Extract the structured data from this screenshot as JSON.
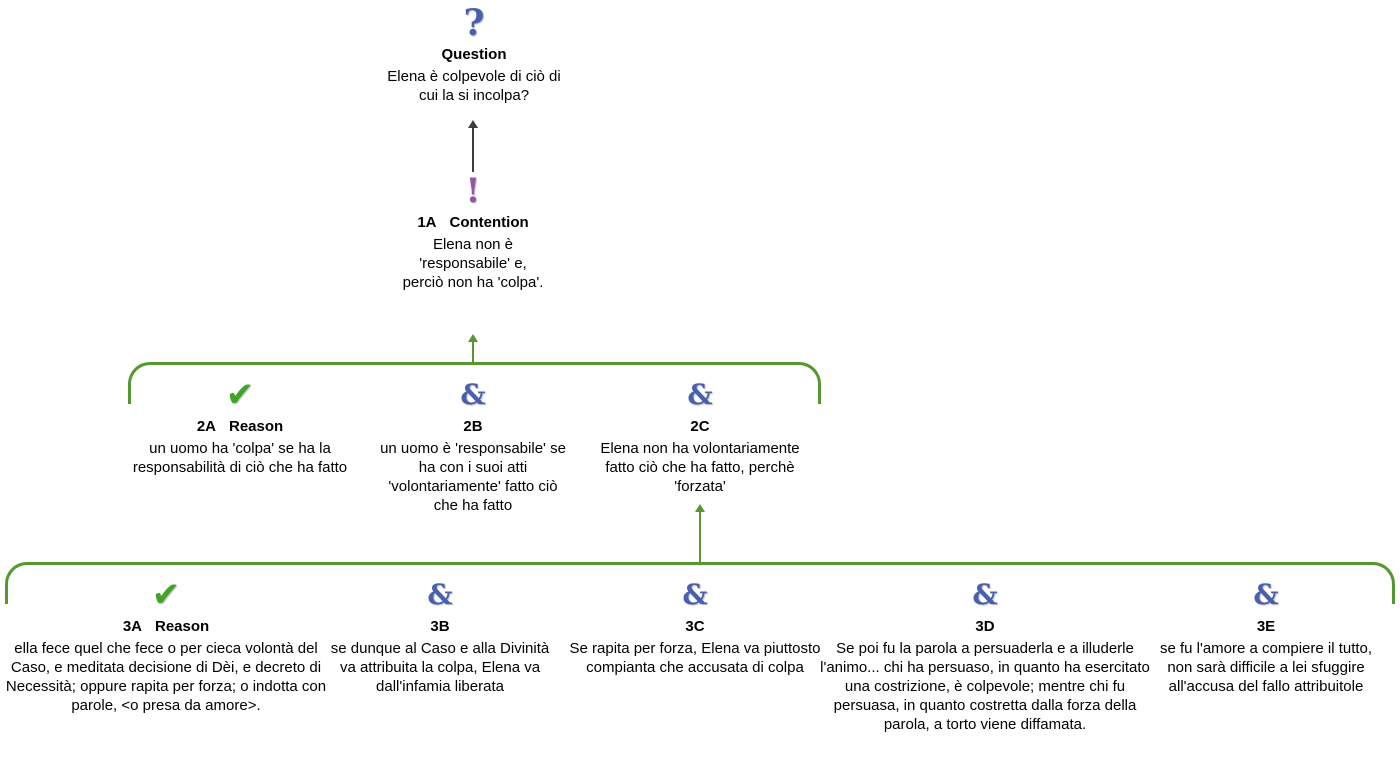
{
  "colors": {
    "bracket-green": "#55982f",
    "arrow-dark": "#3c3c3c",
    "icon-blue": "#4a5fae",
    "icon-green": "#3fa428",
    "icon-purple": "#9455a4",
    "text-color": "#000000"
  },
  "question": {
    "icon_glyph": "?",
    "label": "Question",
    "text": "Elena è colpevole di ciò di cui la si incolpa?"
  },
  "contention": {
    "icon_glyph": "!",
    "id": "1A",
    "label": "Contention",
    "text": "Elena non è 'responsabile' e, perciò non ha 'colpa'."
  },
  "row2": [
    {
      "icon_glyph": "✔",
      "id": "2A",
      "label": "Reason",
      "text": "un uomo ha 'colpa' se ha la responsabilità di ciò che ha fatto"
    },
    {
      "icon_glyph": "&",
      "id": "2B",
      "label": "",
      "text": "un uomo è 'responsabile' se ha con i suoi atti 'volontariamente' fatto ciò che ha fatto"
    },
    {
      "icon_glyph": "&",
      "id": "2C",
      "label": "",
      "text": "Elena non ha volontariamente fatto ciò che ha fatto, perchè 'forzata'"
    }
  ],
  "row3": [
    {
      "icon_glyph": "✔",
      "id": "3A",
      "label": "Reason",
      "text": "ella fece quel che fece o per cieca volontà del Caso, e meditata decisione di Dèi, e decreto di Necessità; oppure rapita per forza; o indotta con parole, <o presa da amore>."
    },
    {
      "icon_glyph": "&",
      "id": "3B",
      "label": "",
      "text": "se dunque al Caso e alla Divinità va attribuita la colpa, Elena va dall'infamia liberata"
    },
    {
      "icon_glyph": "&",
      "id": "3C",
      "label": "",
      "text": "Se rapita per forza, Elena va piuttosto compianta che accusata di colpa"
    },
    {
      "icon_glyph": "&",
      "id": "3D",
      "label": "",
      "text": "Se poi fu la parola a persuaderla e a illuderle l'animo...  chi ha persuaso, in quanto ha esercitato una costrizione, è colpevole; mentre chi fu persuasa, in quanto costretta dalla forza della parola, a torto viene diffamata."
    },
    {
      "icon_glyph": "&",
      "id": "3E",
      "label": "",
      "text": "se fu l'amore a compiere il tutto, non sarà difficile a lei sfuggire all'accusa del fallo attribuitole"
    }
  ]
}
